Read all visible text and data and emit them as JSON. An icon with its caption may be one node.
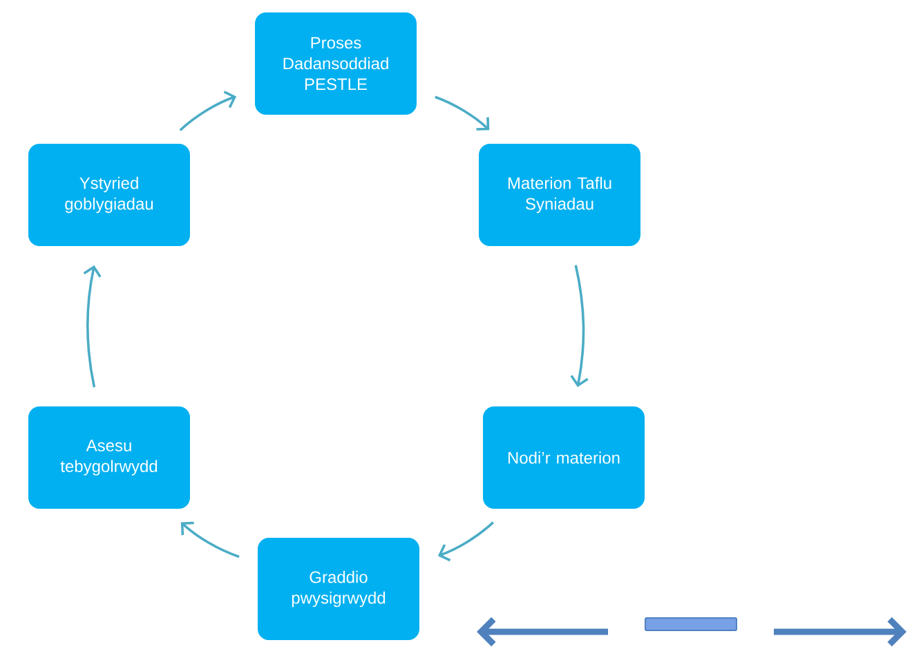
{
  "diagram": {
    "nodes": [
      {
        "text": [
          "Proses Dadansoddiad PESTLE"
        ]
      },
      {
        "text": [
          "Ystyried goblygiadau"
        ]
      },
      {
        "text": [
          "Materion Taflu Syniadau"
        ]
      },
      {
        "text": [
          "Asesu tebygolrwydd"
        ]
      },
      {
        "text": [
          "Nodi’r materion"
        ]
      },
      {
        "text": [
          "Graddio pwysigrwydd"
        ]
      }
    ],
    "edges": [
      {
        "from": 1,
        "to": 0,
        "arrow": "to"
      },
      {
        "from": 0,
        "to": 2,
        "arrow": "to"
      },
      {
        "from": 2,
        "to": 4,
        "arrow": "to"
      },
      {
        "from": 4,
        "to": 5,
        "arrow": "to"
      },
      {
        "from": 5,
        "to": 3,
        "arrow": "to"
      },
      {
        "from": 3,
        "to": 1,
        "arrow": "to"
      }
    ]
  }
}
